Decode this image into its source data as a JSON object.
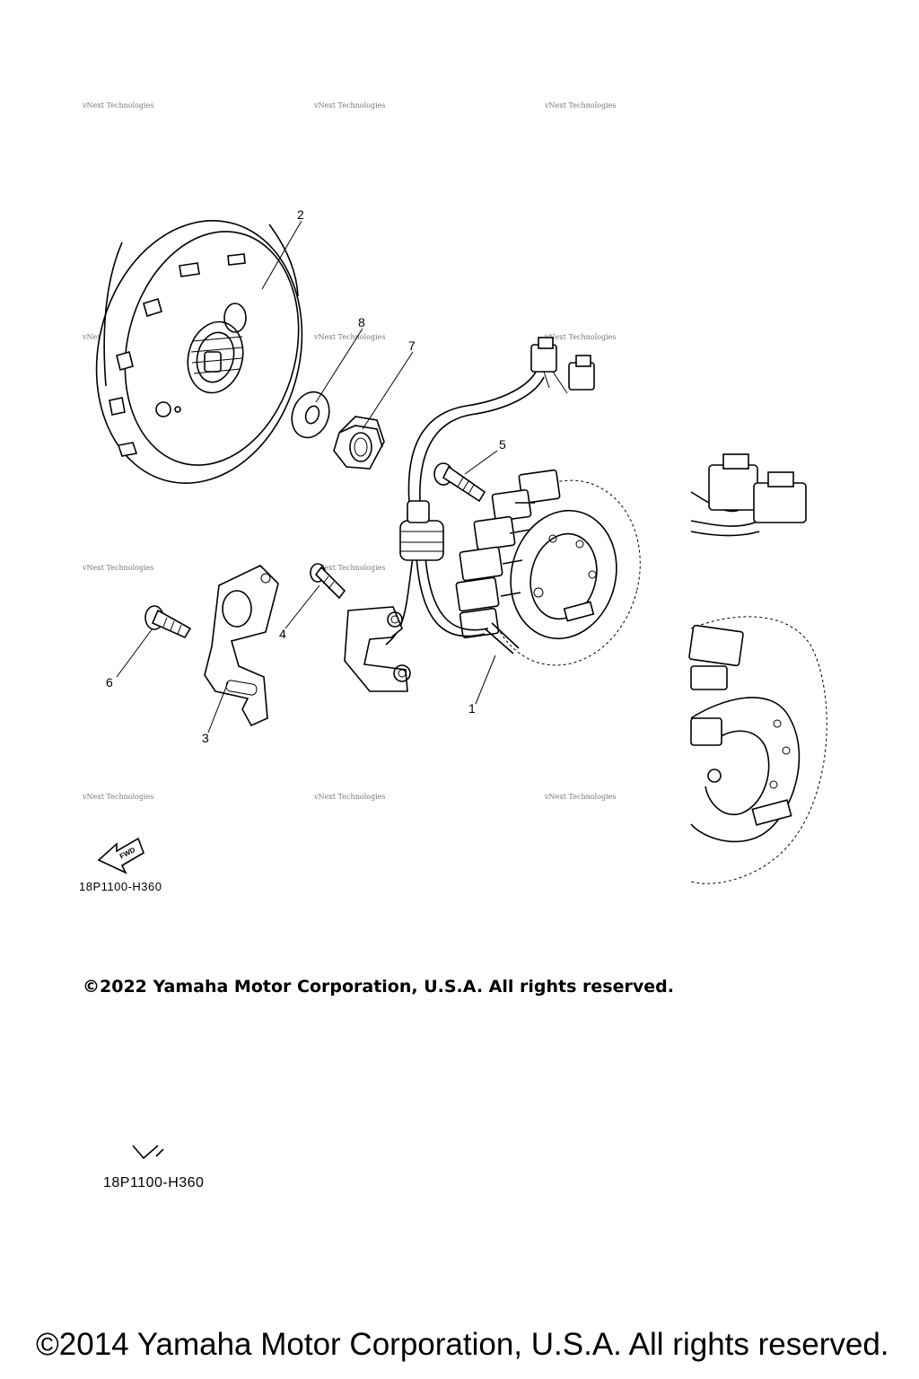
{
  "watermark": {
    "text": "vNext Technologies"
  },
  "callouts": {
    "c1": "1",
    "c2": "2",
    "c3": "3",
    "c4": "4",
    "c5": "5",
    "c6": "6",
    "c7": "7",
    "c8": "8"
  },
  "fwd_label": "FWD",
  "part_code": "18P1100-H360",
  "part_code_lower": "18P1100-H360",
  "copyright_2022": "©2022 Yamaha Motor Corporation, U.S.A. All rights reserved.",
  "copyright_2014": "©2014 Yamaha Motor Corporation, U.S.A. All rights reserved."
}
